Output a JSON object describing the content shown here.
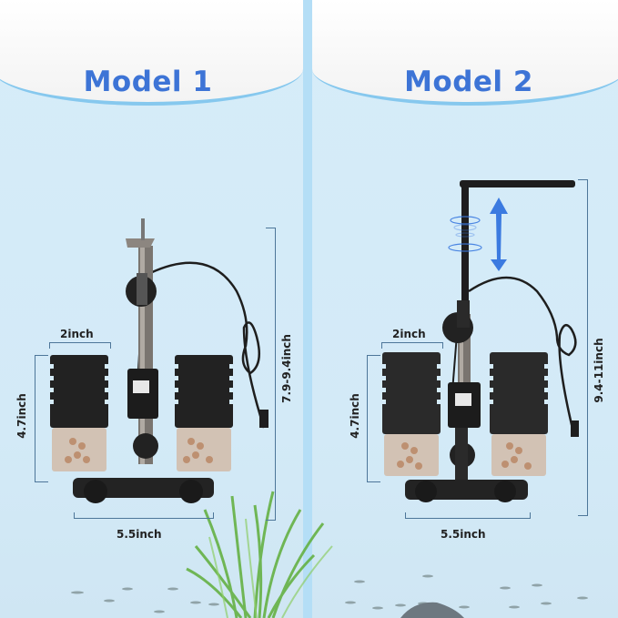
{
  "models": [
    {
      "title": "Model 1",
      "dimensions": {
        "width_top": "2inch",
        "height_sponge": "4.7inch",
        "width_base": "5.5inch",
        "total_height": "7.9-9.4inch"
      }
    },
    {
      "title": "Model 2",
      "dimensions": {
        "width_top": "2inch",
        "height_sponge": "4.7inch",
        "width_base": "5.5inch",
        "total_height": "9.4-11inch"
      }
    }
  ],
  "colors": {
    "title_blue": "#3d74d6",
    "background": "#d4ebf8",
    "divider": "#b4def6",
    "header_border": "#86c8ee",
    "bracket": "#4d7699",
    "arrow_blue": "#3b7ae0"
  }
}
